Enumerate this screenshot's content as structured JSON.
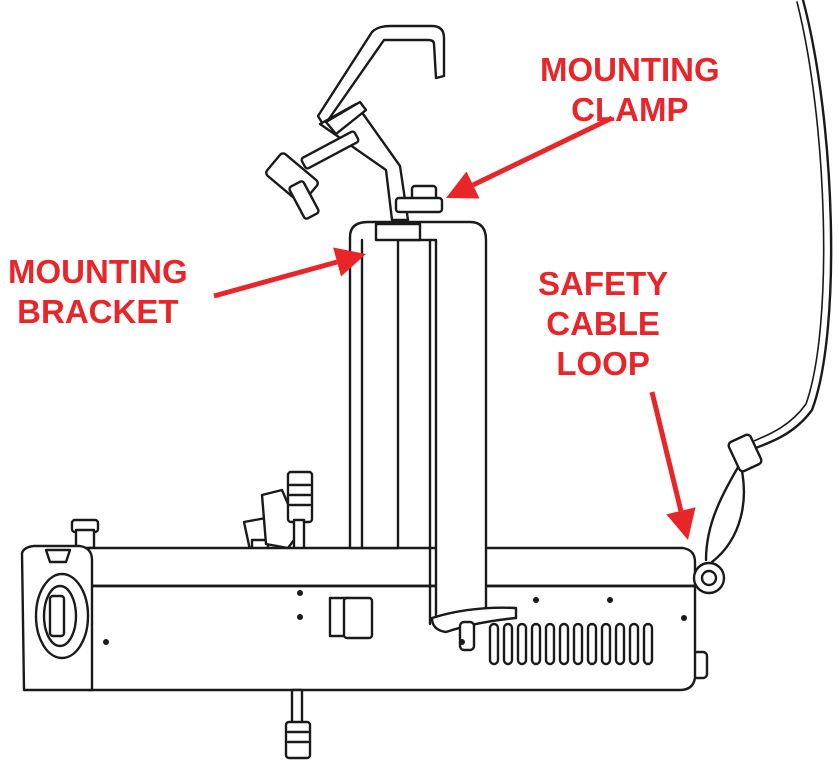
{
  "colors": {
    "callout": "#e8262a",
    "line": "#1a1a1a",
    "fill": "#ffffff",
    "background": "#ffffff"
  },
  "labels": {
    "mounting_clamp": [
      "MOUNTING",
      "CLAMP"
    ],
    "mounting_bracket": [
      "MOUNTING",
      "BRACKET"
    ],
    "safety_cable_loop": [
      "SAFETY",
      "CABLE",
      "LOOP"
    ]
  }
}
